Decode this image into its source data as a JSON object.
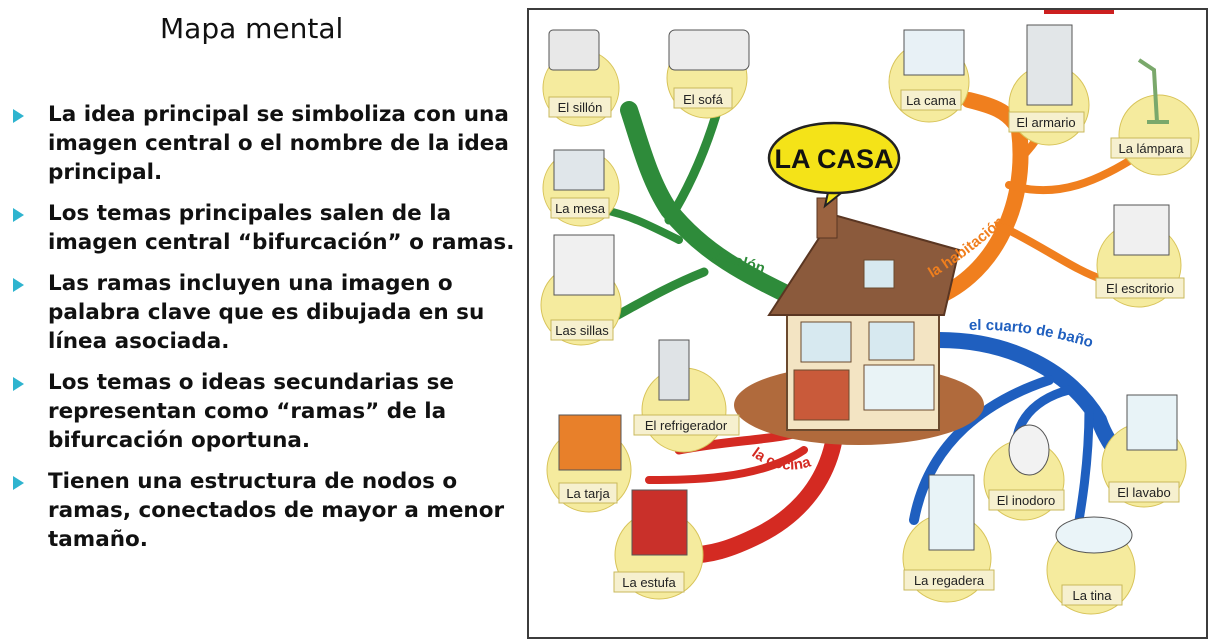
{
  "slide": {
    "title": "Mapa mental",
    "bullets": [
      "La idea principal se simboliza con una imagen central o el nombre de la idea principal.",
      "Los temas principales salen de la imagen central “bifurcación” o ramas.",
      "Las ramas incluyen una imagen o palabra clave que es dibujada en su línea asociada.",
      "Los temas o ideas secundarias se representan como “ramas” de la bifurcación oportuna.",
      "Tienen una estructura de nodos o ramas, conectados de mayor a menor tamaño."
    ]
  },
  "mindmap": {
    "central": "LA CASA",
    "colors": {
      "salon": "#2e8b3a",
      "habitacion": "#f07f1e",
      "bano": "#1f5fbf",
      "cocina": "#d42a22",
      "node": "#f5eb9e",
      "bubble": "#f4e318"
    },
    "branches": {
      "salon": {
        "label": "el salón",
        "items": [
          "El sillón",
          "El sofá",
          "La mesa",
          "Las sillas"
        ]
      },
      "habitacion": {
        "label": "la habitación",
        "items": [
          "La cama",
          "El armario",
          "La lámpara",
          "El escritorio"
        ]
      },
      "bano": {
        "label": "el cuarto de baño",
        "items": [
          "El lavabo",
          "El inodoro",
          "La regadera",
          "La tina"
        ]
      },
      "cocina": {
        "label": "la cocina",
        "items": [
          "El refrigerador",
          "La tarja",
          "La estufa"
        ]
      }
    }
  }
}
